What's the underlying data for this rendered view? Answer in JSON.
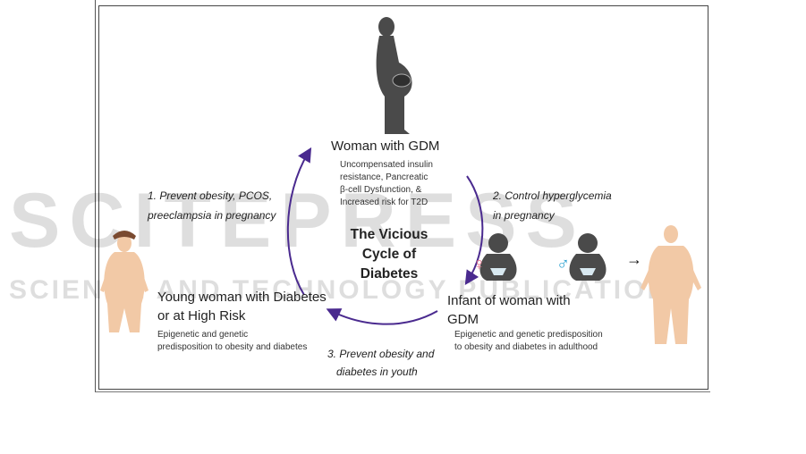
{
  "watermark": {
    "line1": "SCITEPRESS",
    "line2": "SCIENCE AND TECHNOLOGY PUBLICATIONS"
  },
  "center_title": [
    "The Vicious",
    "Cycle of",
    "Diabetes"
  ],
  "nodes": {
    "woman_gdm": {
      "title": "Woman with GDM",
      "desc": [
        "Uncompensated insulin",
        "resistance, Pancreatic",
        "β-cell Dysfunction, &",
        "Increased risk for T2D"
      ]
    },
    "infant": {
      "title": [
        "Infant of woman with",
        "GDM"
      ],
      "desc": [
        "Epigenetic and genetic predisposition",
        "to obesity and diabetes in adulthood"
      ]
    },
    "young_woman": {
      "title": [
        "Young woman with Diabetes",
        "or at High Risk"
      ],
      "desc": [
        "Epigenetic and genetic",
        "predisposition to obesity and diabetes"
      ]
    }
  },
  "steps": {
    "s1": [
      "1. Prevent obesity, PCOS,",
      "preeclampsia in pregnancy"
    ],
    "s2": [
      "2. Control hyperglycemia",
      "in pregnancy"
    ],
    "s3": [
      "3. Prevent obesity and",
      "diabetes in youth"
    ]
  },
  "symbols": {
    "female": "♀",
    "male": "♂",
    "arrow": "→"
  },
  "colors": {
    "arrow": "#4a2a8f",
    "silhouette": "#4a4a4a",
    "skin": "#f2c9a6",
    "female": "#e8708a",
    "male": "#2aa0d0"
  }
}
